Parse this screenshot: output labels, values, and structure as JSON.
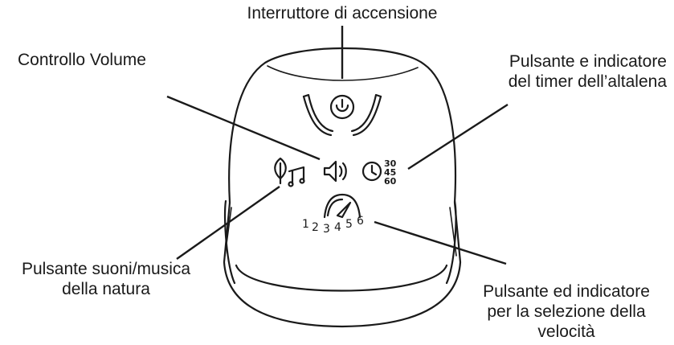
{
  "labels": {
    "power_switch": "Interruttore di accensione",
    "volume_control": "Controllo Volume",
    "timer": [
      "Pulsante e indicatore",
      "del timer dell’altalena"
    ],
    "nature_sounds": [
      "Pulsante suoni/musica",
      "della natura"
    ],
    "speed": [
      "Pulsante ed indicatore",
      "per la selezione della",
      "velocità"
    ]
  },
  "timer_values": [
    "30",
    "45",
    "60"
  ],
  "speed_values": [
    "1",
    "2",
    "3",
    "4",
    "5",
    "6"
  ],
  "icons": [
    "power-icon",
    "volume-icon",
    "nature-music-icon",
    "clock-icon",
    "speed-gauge-icon"
  ]
}
